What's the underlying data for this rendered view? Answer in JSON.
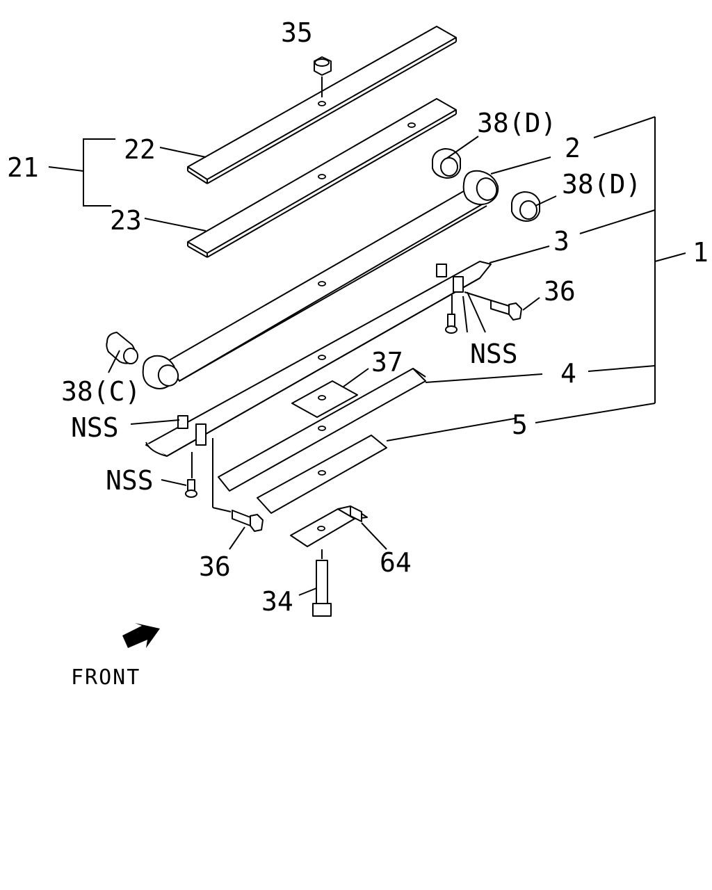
{
  "labels": {
    "p35": "35",
    "p22": "22",
    "p21": "21",
    "p23": "23",
    "p38d_a": "38(D)",
    "p2": "2",
    "p38d_b": "38(D)",
    "p1": "1",
    "p3": "3",
    "p36_a": "36",
    "nss_a": "NSS",
    "p38c": "38(C)",
    "p37": "37",
    "p4": "4",
    "nss_b": "NSS",
    "p5": "5",
    "nss_c": "NSS",
    "p36_b": "36",
    "p64": "64",
    "p34": "34",
    "front": "FRONT"
  }
}
